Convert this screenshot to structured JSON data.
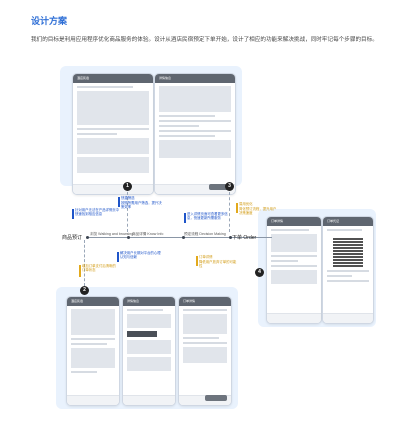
{
  "section_title": "设计方案",
  "intro": "我们的目标是利用应用程序优化商品服务的体验。设计从酒店民宿预定下单开始，设计了相应的功能来解决挑战，同时牢记每个步骤的目标。",
  "flow": {
    "start": "商品预订",
    "steps": [
      "浏览 Walking and browsing",
      "商品详情 Know Info",
      "预定流程 Decision Making",
      "下单 Order"
    ]
  },
  "badges": [
    "1",
    "2",
    "3",
    "4"
  ],
  "notes": {
    "n1_title": "快捷筛选",
    "n1_sub": "按照所需用户筛选，提升决策效率",
    "n2": "针对用户无法在产品详情页中快速找到相应信息",
    "n3": "进入详情页面可查看更多信息，快速更新所需服务",
    "n4_title": "易用优化",
    "n4_sub": "简化预订流程，提升用户决策速度",
    "n5": "解决用户长期对平台的心理认知与信赖",
    "n6_title": "订单详情",
    "n6_sub": "降低用户放弃订单的可能性",
    "n7": "增加订单支付后清晰的订单状态"
  },
  "phones": {
    "a_title": "酒店民宿",
    "b_title": "详情信息",
    "c_title": "订单详情",
    "d_title": "订单凭证"
  },
  "colors": {
    "accent_blue": "#1f55c9",
    "accent_yellow": "#e2a91c",
    "panel": "#e9f2fd"
  }
}
